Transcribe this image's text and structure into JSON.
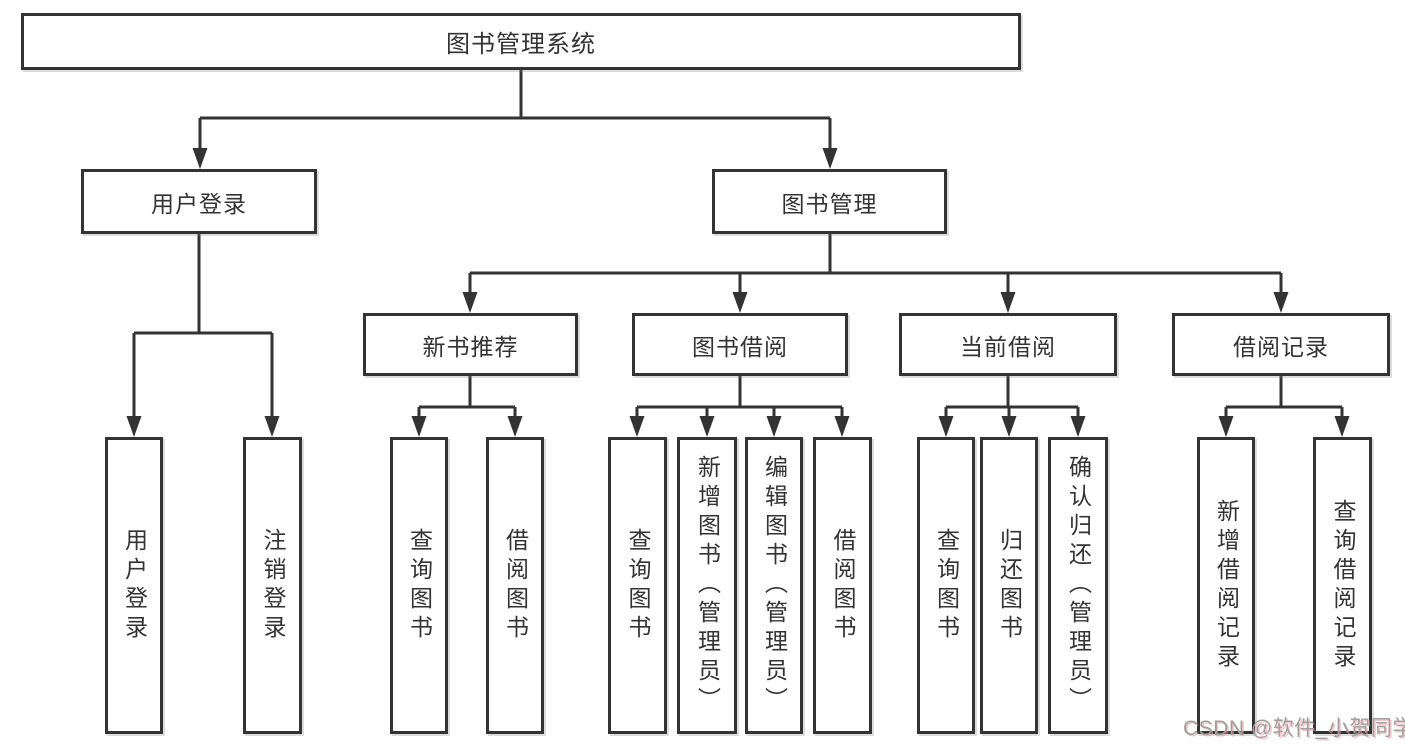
{
  "diagram": {
    "root": "图书管理系统",
    "level2": [
      "用户登录",
      "图书管理"
    ],
    "level3": [
      "新书推荐",
      "图书借阅",
      "当前借阅",
      "借阅记录"
    ],
    "leaves_user_login": [
      "用户登录",
      "注销登录"
    ],
    "leaves_new_book": [
      "查询图书",
      "借阅图书"
    ],
    "leaves_book_borrow": [
      "查询图书",
      "新增图书（管理员）",
      "编辑图书（管理员）",
      "借阅图书"
    ],
    "leaves_current_borrow": [
      "查询图书",
      "归还图书",
      "确认归还（管理员）"
    ],
    "leaves_borrow_record": [
      "新增借阅记录",
      "查询借阅记录"
    ]
  },
  "watermark": "CSDN @软件_小贺同学",
  "colors": {
    "line": "#333333",
    "text": "#333333",
    "box_background": "#ffffff",
    "watermark": "#9f9f9f"
  }
}
